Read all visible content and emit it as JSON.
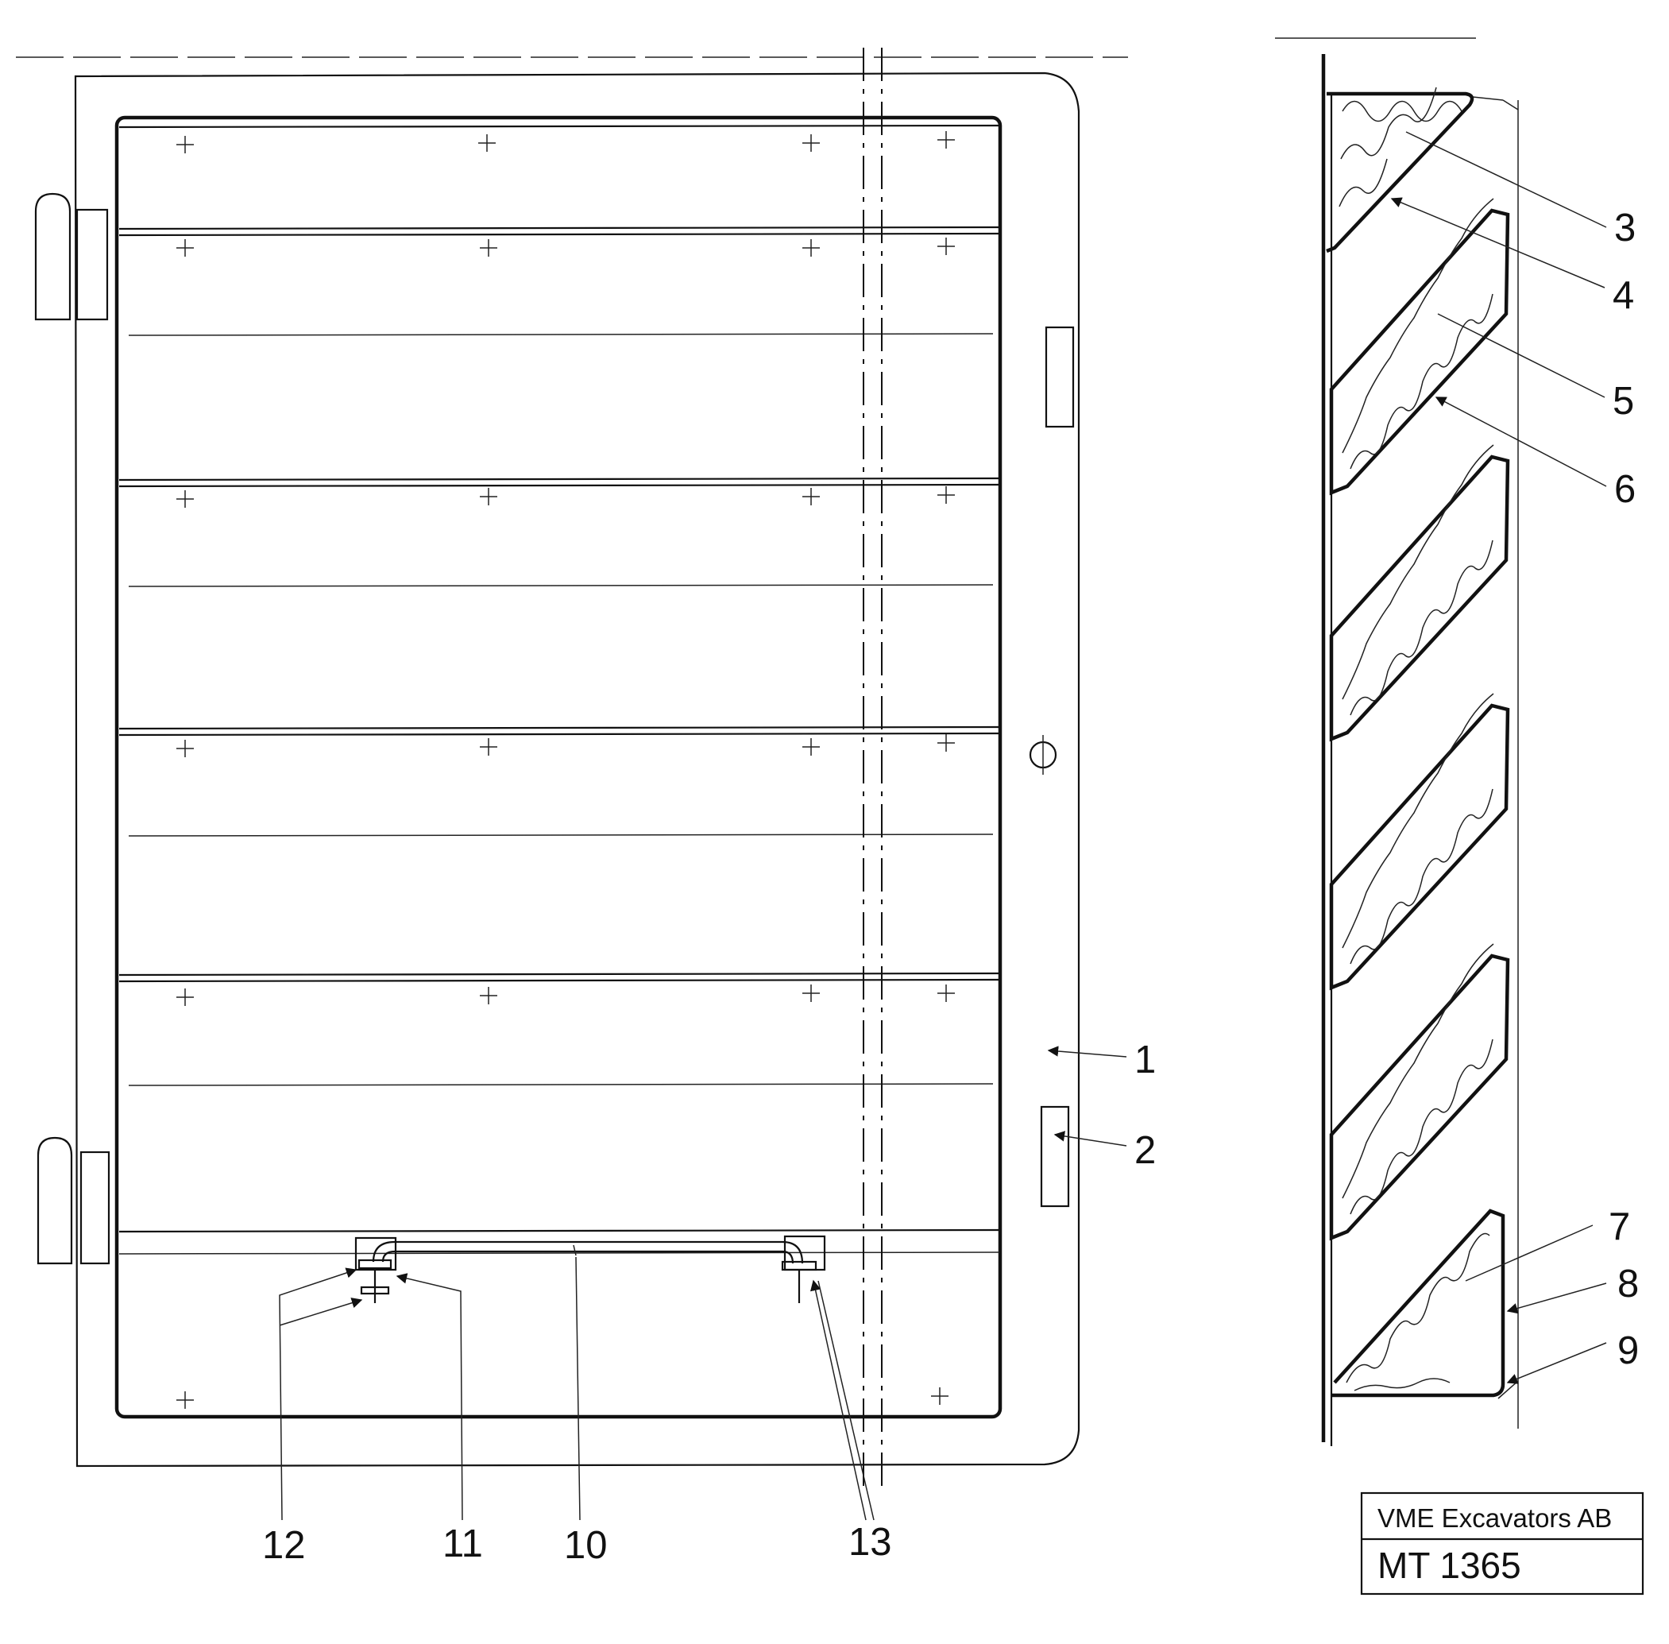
{
  "callouts": {
    "c1": "1",
    "c2": "2",
    "c3": "3",
    "c4": "4",
    "c5": "5",
    "c6": "6",
    "c7": "7",
    "c8": "8",
    "c9": "9",
    "c10": "10",
    "c11": "11",
    "c12": "12",
    "c13": "13"
  },
  "title_block": {
    "company": "VME Excavators AB",
    "drawing_number": "MT 1365"
  }
}
